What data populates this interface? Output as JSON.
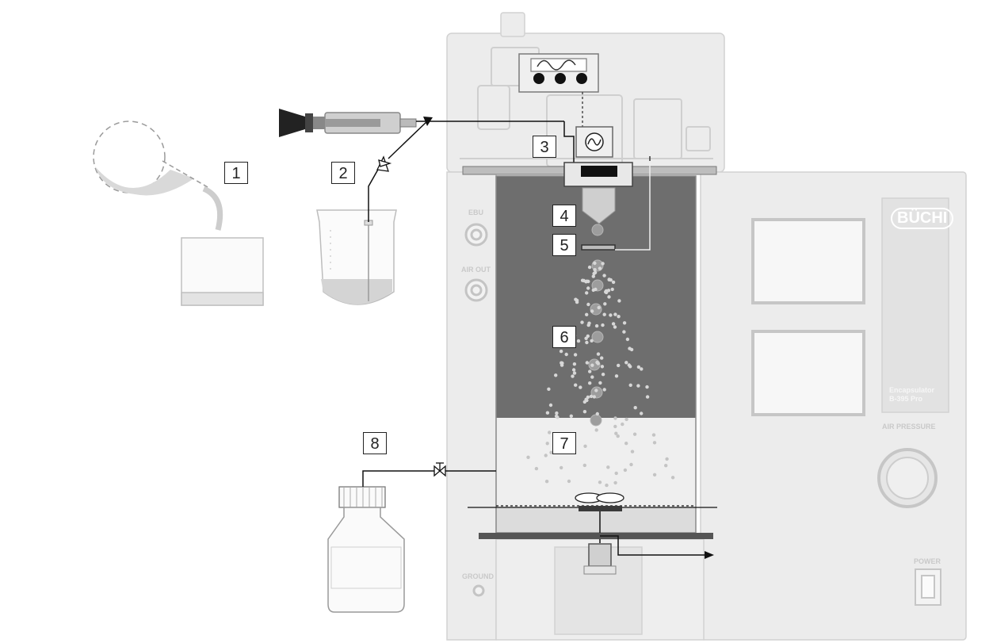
{
  "steps": {
    "s1": "1",
    "s2": "2",
    "s3": "3",
    "s4": "4",
    "s5": "5",
    "s6": "6",
    "s7": "7",
    "s8": "8"
  },
  "device_labels": {
    "ebu": "EBU",
    "air_out": "AIR OUT",
    "brand": "BÜCHI",
    "model_line1": "Encapsulator",
    "model_line2": "B-395 Pro",
    "air_pressure": "AIR PRESSURE",
    "ground": "GROUND",
    "power": "POWER"
  },
  "colors": {
    "line": "#111111",
    "device": "#e4e4e4",
    "device_stroke": "#cfcfcf",
    "chamber_dark": "#6f6f6f",
    "bath": "#efefef",
    "droplet": "#c8c8c8"
  }
}
